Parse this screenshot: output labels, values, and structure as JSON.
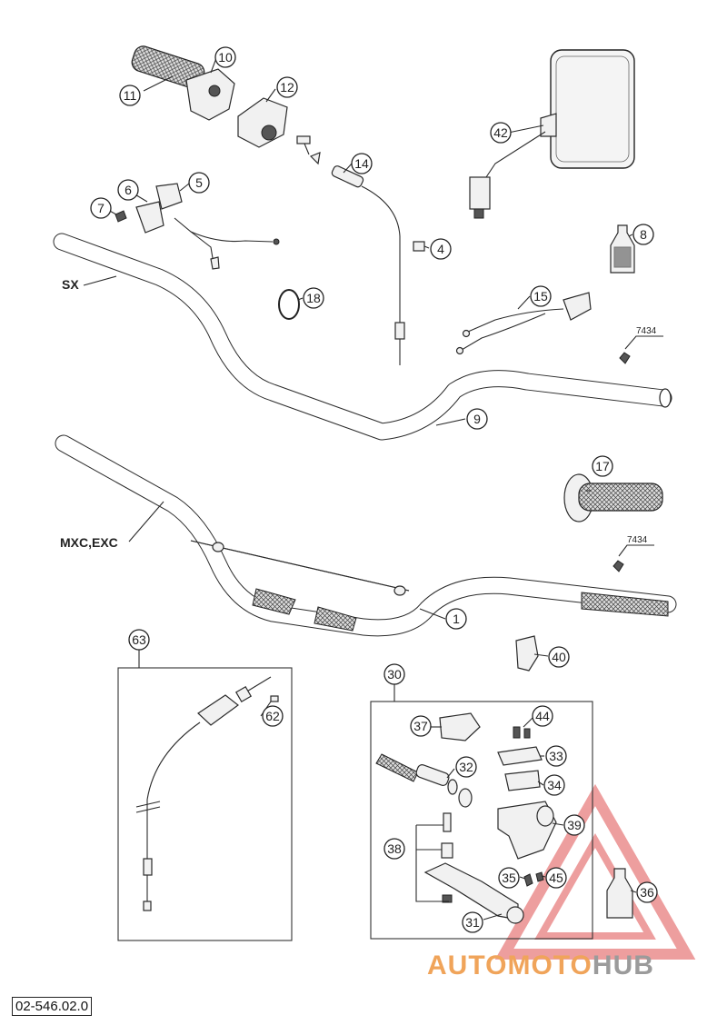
{
  "diagram": {
    "labels": {
      "sx": "SX",
      "mxc_exc": "MXC,EXC",
      "tool_top": "7434",
      "tool_bottom": "7434"
    },
    "callouts": [
      "10",
      "11",
      "12",
      "14",
      "42",
      "5",
      "6",
      "7",
      "4",
      "8",
      "18",
      "15",
      "9",
      "17",
      "1",
      "40",
      "63",
      "62",
      "30",
      "37",
      "44",
      "32",
      "33",
      "34",
      "39",
      "38",
      "35",
      "45",
      "36",
      "31"
    ]
  },
  "footer": {
    "code": "02-546.02.0"
  },
  "watermark": {
    "part1": "AUTOMOTO",
    "part2": "HUB"
  }
}
